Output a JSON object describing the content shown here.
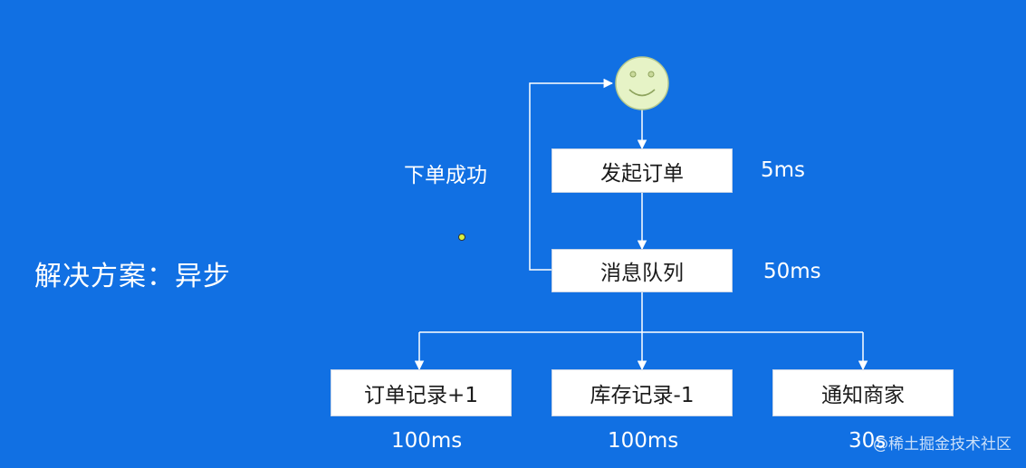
{
  "title": "解决方案：异步",
  "return_label": "下单成功",
  "nodes": {
    "start": {
      "label": "发起订单",
      "timing": "5ms"
    },
    "queue": {
      "label": "消息队列",
      "timing": "50ms"
    },
    "order_record": {
      "label": "订单记录+1",
      "timing": "100ms"
    },
    "inventory_record": {
      "label": "库存记录-1",
      "timing": "100ms"
    },
    "notify_merchant": {
      "label": "通知商家",
      "timing": "30s"
    }
  },
  "watermark": "@稀土掘金技术社区",
  "colors": {
    "background": "#1170e3",
    "box": "#ffffff",
    "face": "#e6f3c6",
    "line": "#ffffff"
  }
}
